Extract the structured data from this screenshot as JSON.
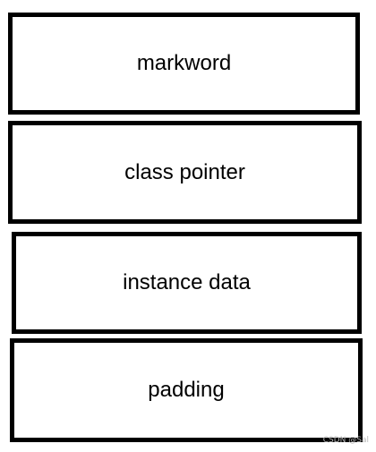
{
  "diagram": {
    "blocks": [
      {
        "label": "markword"
      },
      {
        "label": "class pointer"
      },
      {
        "label": "instance data"
      },
      {
        "label": "padding"
      }
    ]
  },
  "watermark": {
    "text": "CSDN @Sal"
  }
}
